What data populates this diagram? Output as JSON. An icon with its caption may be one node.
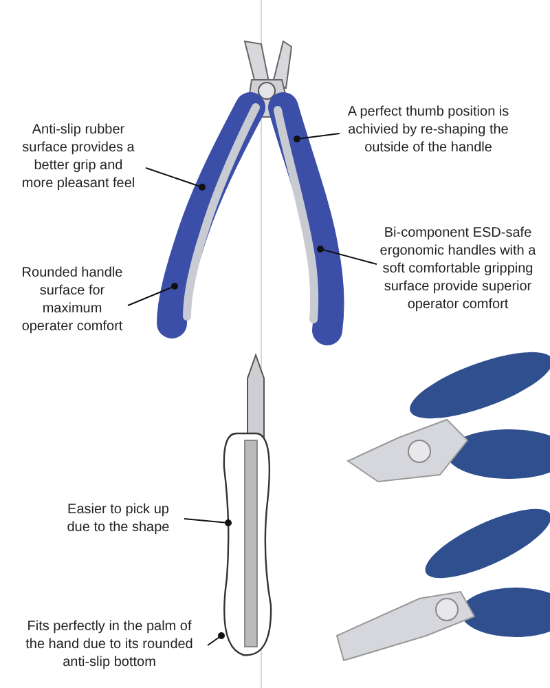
{
  "diagram": {
    "nodes": [
      {
        "text": [
          "Anti-slip rubber surface provides a better grip and more pleasant feel"
        ]
      },
      {
        "text": [
          "A perfect thumb position is achivied by re-shaping the outside of the handle"
        ]
      },
      {
        "text": [
          "Rounded handle surface for maximum operater comfort"
        ]
      },
      {
        "text": [
          "Bi-component ESD-safe ergonomic handles with a soft comfortable gripping surface provide superior operator comfort"
        ]
      },
      {
        "text": [
          "Easier to pick up due to the shape"
        ]
      },
      {
        "text": [
          "Fits perfectly in the palm of the hand due to its rounded anti-slip bottom"
        ]
      },
      {
        "text": [],
        "shape": "picture"
      },
      {
        "text": [],
        "shape": "picture"
      }
    ],
    "edges": [
      {
        "from": 0,
        "to": 6,
        "arrow": "other"
      },
      {
        "from": 1,
        "to": 6,
        "arrow": "other"
      },
      {
        "from": 2,
        "to": 6,
        "arrow": "other"
      },
      {
        "from": 3,
        "to": 6,
        "arrow": "other"
      },
      {
        "from": 4,
        "to": 7,
        "arrow": "other"
      },
      {
        "from": 5,
        "to": 7,
        "arrow": "other"
      }
    ]
  }
}
